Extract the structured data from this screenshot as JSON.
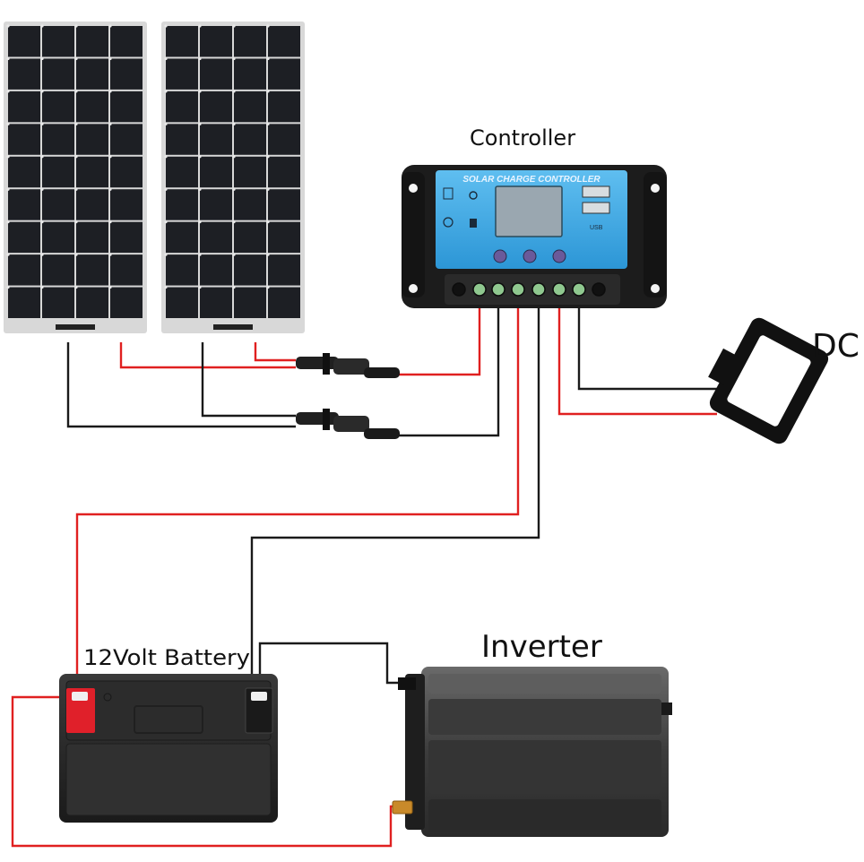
{
  "labels": {
    "controller": "Controller",
    "dc": "DC",
    "battery": "12Volt Battery",
    "inverter": "Inverter"
  },
  "controller_face": {
    "title": "SOLAR CHARGE CONTROLLER",
    "usb": "USB"
  },
  "colors": {
    "positive_wire": "#e02020",
    "negative_wire": "#1a1a1a",
    "panel_cell": "#1d1f24",
    "controller_face": "#3aa8e6",
    "controller_body": "#1c1c1c",
    "battery_positive": "#e0202a",
    "inverter_body": "#4a4a4a"
  },
  "icons": [
    "solar-panel-icon",
    "charge-controller-icon",
    "dc-load-icon",
    "battery-icon",
    "inverter-icon"
  ]
}
